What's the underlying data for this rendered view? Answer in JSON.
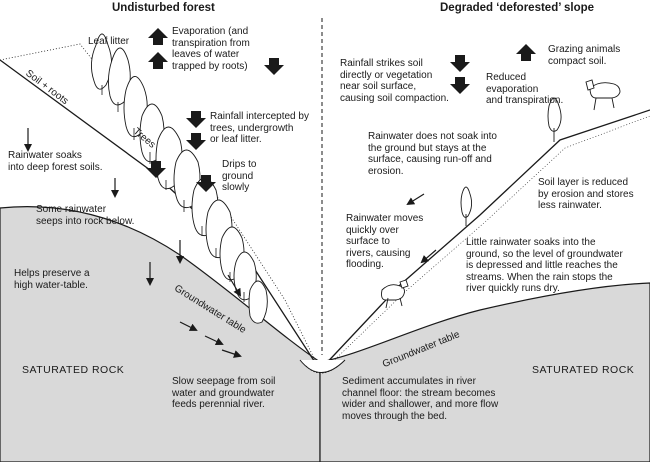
{
  "titles": {
    "left": "Undisturbed forest",
    "right": "Degraded ‘deforested’ slope"
  },
  "left_labels": {
    "leaf_litter": "Leaf litter",
    "evaporation": "Evaporation (and\ntranspiration from\nleaves of water\ntrapped by roots)",
    "rainfall_intercepted": "Rainfall intercepted by\ntrees, undergrowth\nor leaf litter.",
    "drips": "Drips to\nground\nslowly",
    "rainwater_soaks": "Rainwater soaks\ninto deep forest soils.",
    "seeps": "Some rainwater\nseeps into rock below.",
    "preserve": "Helps preserve a\nhigh water-table.",
    "saturated_rock": "SATURATED ROCK",
    "slow_seepage": "Slow seepage from soil\nwater and groundwater\nfeeds perennial river.",
    "soil_roots": "Soil + roots",
    "trees": "Trees",
    "groundwater_table": "Groundwater table"
  },
  "right_labels": {
    "rainfall_strikes": "Rainfall strikes soil\ndirectly or vegetation\nnear soil surface,\ncausing soil compaction.",
    "grazing": "Grazing animals\ncompact soil.",
    "reduced": "Reduced\nevaporation\nand transpiration.",
    "no_soak": "Rainwater does not soak into\nthe ground but stays at the\nsurface, causing run-off and\nerosion.",
    "soil_layer": "Soil layer is reduced\nby erosion and stores\nless rainwater.",
    "moves_quickly": "Rainwater moves\nquickly over\nsurface to\nrivers, causing\nflooding.",
    "little_soaks": "Little rainwater soaks into the\nground, so the level of groundwater\nis depressed and little reaches the\nstreams. When the rain stops the\nriver quickly runs dry.",
    "saturated_rock": "SATURATED ROCK",
    "sediment": "Sediment accumulates in river\nchannel floor: the stream becomes\nwider and shallower, and more flow\nmoves through the bed.",
    "groundwater_table": "Groundwater table"
  },
  "colors": {
    "rock": "#d9d9d9",
    "ink": "#1a1a1a",
    "tree": "#ffffff"
  }
}
